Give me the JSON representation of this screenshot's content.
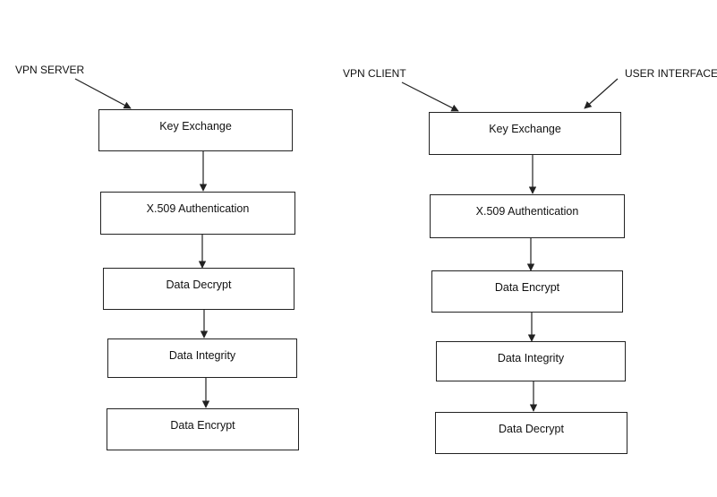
{
  "server": {
    "label": "VPN SERVER",
    "steps": [
      "Key Exchange",
      "X.509 Authentication",
      "Data Decrypt",
      "Data Integrity",
      "Data Encrypt"
    ]
  },
  "client": {
    "label": "VPN CLIENT",
    "ui_label": "USER INTERFACE",
    "steps": [
      "Key Exchange",
      "X.509 Authentication",
      "Data Encrypt",
      "Data Integrity",
      "Data Decrypt"
    ]
  }
}
